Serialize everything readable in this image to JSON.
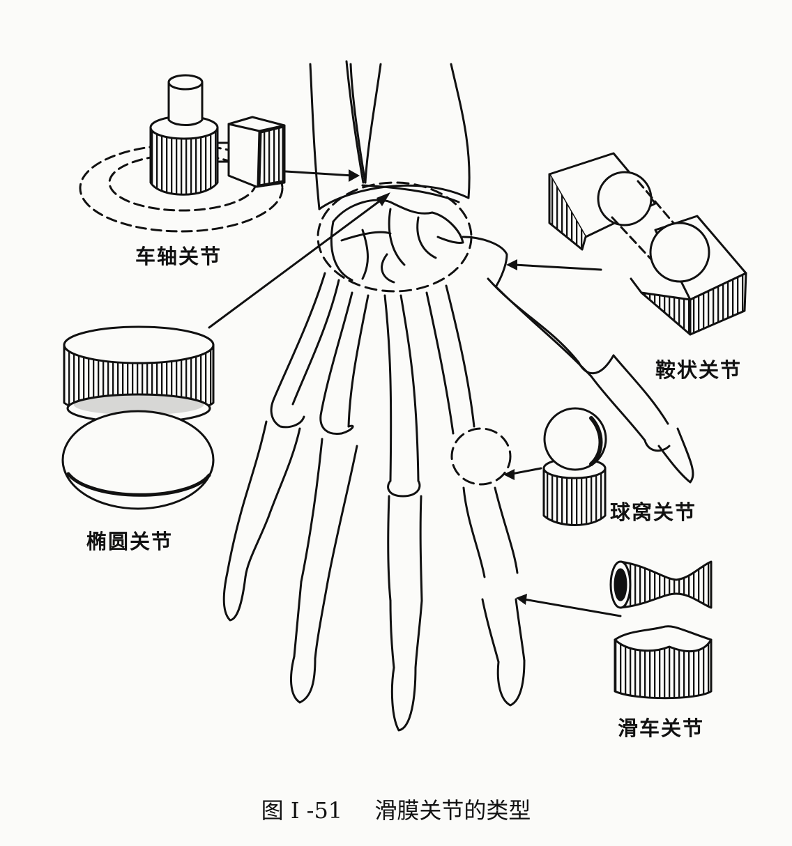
{
  "labels": {
    "pivot": "车轴关节",
    "saddle": "鞍状关节",
    "ellipsoid": "椭圆关节",
    "ball": "球窝关节",
    "hinge": "滑车关节"
  },
  "caption": {
    "figure_number": "图 I -51",
    "title": "滑膜关节的类型"
  }
}
